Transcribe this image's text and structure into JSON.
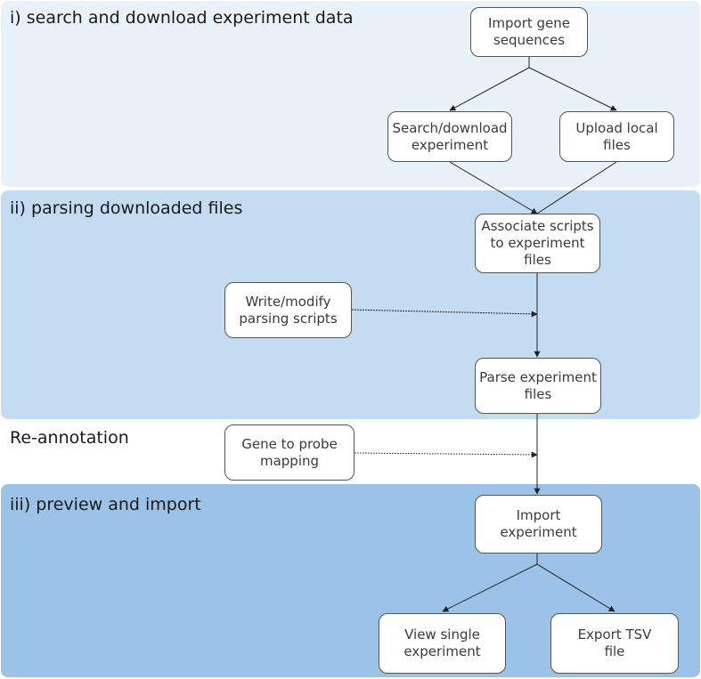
{
  "sections": {
    "search": "i) search and download experiment data",
    "parsing": "ii) parsing downloaded files",
    "reannotation": "Re-annotation",
    "preview": "iii) preview and import"
  },
  "nodes": {
    "import_gene": "Import gene\nsequences",
    "search_download": "Search/download\nexperiment",
    "upload_local": "Upload local\nfiles",
    "associate_scripts": "Associate scripts\nto experiment\nfiles",
    "write_modify": "Write/modify\nparsing scripts",
    "parse_experiment": "Parse experiment\nfiles",
    "gene_probe": "Gene to probe\nmapping",
    "import_experiment": "Import\nexperiment",
    "view_single": "View single\nexperiment",
    "export_tsv": "Export TSV\nfile"
  },
  "colors": {
    "section_1": "#eaf2f9",
    "section_2": "#c4dcf1",
    "section_3": "#9dc2e7",
    "edge": "#222222"
  }
}
